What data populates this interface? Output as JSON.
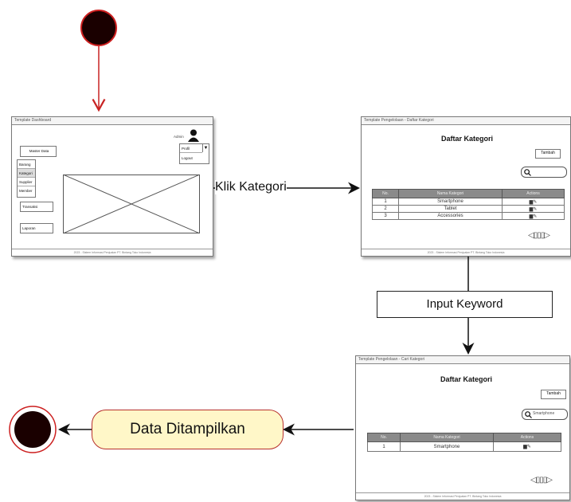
{
  "diagram": {
    "flow": {
      "label_klik": "Klik Kategori",
      "label_input": "Input Keyword",
      "label_data": "Data Ditampilkan"
    },
    "dashboard": {
      "title": "Template Dashboard",
      "admin_label": "Admin",
      "dropdown_items": [
        "Profil",
        "Logout"
      ],
      "menu_header": "Master Data",
      "menu_items": [
        "Barang",
        "Kategori",
        "Supplier",
        "Member"
      ],
      "menu_transaksi": "Transaksi",
      "menu_laporan": "Laporan",
      "footer": "2023 - Sistem Informasi Penjualan PT. Bintang Toko Indonesia"
    },
    "kategori_list": {
      "title": "Template Pengelolaan - Daftar Kategori",
      "heading": "Daftar Kategori",
      "button_tambah": "Tambah",
      "columns": [
        "No.",
        "Nama Kategori",
        "Actions"
      ],
      "rows": [
        [
          "1",
          "Smartphone"
        ],
        [
          "2",
          "Tablet"
        ],
        [
          "3",
          "Accessories"
        ]
      ],
      "pager": "◁▯▯▯▷",
      "footer": "2023 - Sistem Informasi Penjualan PT. Bintang Toko Indonesia"
    },
    "kategori_search": {
      "title": "Template Pengelolaan - Cari Kategori",
      "heading": "Daftar Kategori",
      "button_tambah": "Tambah",
      "search_value": "Smartphone",
      "columns": [
        "No.",
        "Nama Kategori",
        "Actions"
      ],
      "rows": [
        [
          "1",
          "Smartphone"
        ]
      ],
      "pager": "◁▯▯▯▷",
      "footer": "2023 - Sistem Informasi Penjualan PT. Bintang Toko Indonesia"
    },
    "colors": {
      "initial_node": "#1a0000",
      "initial_ring": "#cc1f1f",
      "action_fill": "#fff7c8",
      "action_border": "#b7312c",
      "arrow": "#111111",
      "start_arrow": "#c82323"
    }
  }
}
